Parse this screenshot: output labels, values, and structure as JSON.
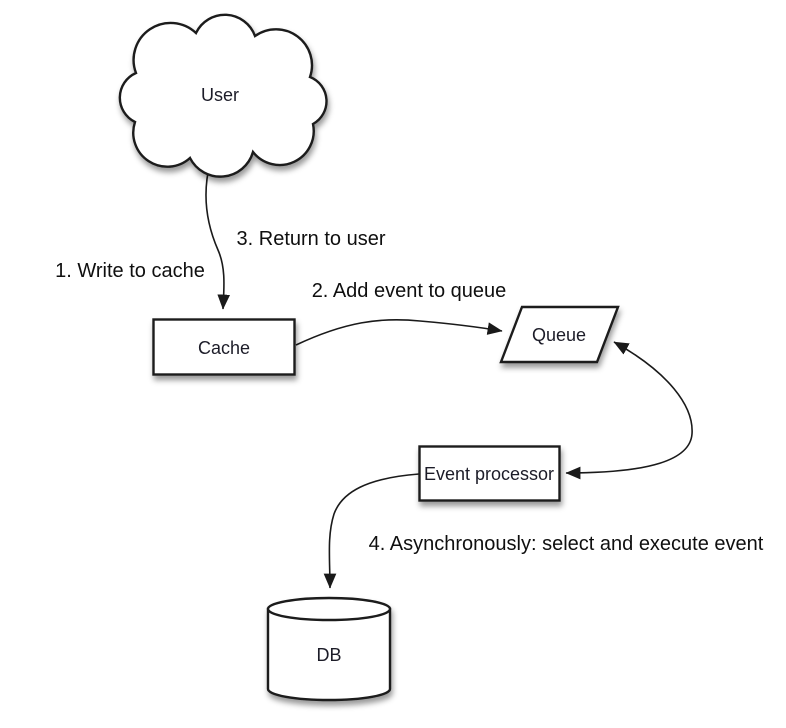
{
  "colors": {
    "background": "#ffffff",
    "shape_fill": "#ffffff",
    "stroke": "#1a1a1a",
    "node_text": "#1c1c28",
    "edge_label_text": "#0f0f0f"
  },
  "nodes": {
    "user": {
      "label": "User",
      "shape": "cloud"
    },
    "cache": {
      "label": "Cache",
      "shape": "rectangle"
    },
    "queue": {
      "label": "Queue",
      "shape": "parallelogram"
    },
    "event_processor": {
      "label": "Event processor",
      "shape": "rectangle"
    },
    "db": {
      "label": "DB",
      "shape": "cylinder"
    }
  },
  "edge_labels": {
    "step1": "1. Write to cache",
    "step2": "2. Add event to queue",
    "step3": "3. Return to user",
    "step4": "4. Asynchronously: select and execute event"
  },
  "edges": [
    {
      "from": "user",
      "to": "cache",
      "arrow": "end",
      "labels": [
        "step1",
        "step3"
      ]
    },
    {
      "from": "cache",
      "to": "queue",
      "arrow": "end",
      "labels": [
        "step2"
      ]
    },
    {
      "from": "queue",
      "to": "event_processor",
      "arrow": "both",
      "labels": []
    },
    {
      "from": "event_processor",
      "to": "db",
      "arrow": "end",
      "labels": [
        "step4"
      ]
    }
  ]
}
